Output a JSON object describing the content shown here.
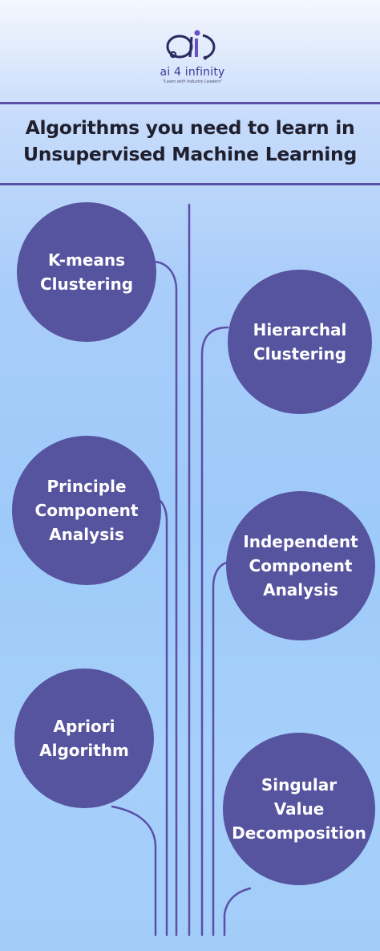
{
  "brand": {
    "logo_text": "ai 4 infinity",
    "logo_mark": "Ai",
    "tagline": "\"Learn with Industry Leaders\""
  },
  "title": {
    "line1": "Algorithms you need to learn in",
    "line2": "Unsupervised Machine Learning"
  },
  "algorithms": {
    "kmeans": "K-means\nClustering",
    "hierarchal": "Hierarchal\nClustering",
    "pca": "Principle\nComponent\nAnalysis",
    "ica": "Independent\nComponent\nAnalysis",
    "apriori": "Apriori\nAlgorithm",
    "svd": "Singular\nValue\nDecomposition"
  },
  "colors": {
    "circle": "#56539f",
    "line": "#5b4fa6",
    "title_text": "#1f1f2e"
  }
}
